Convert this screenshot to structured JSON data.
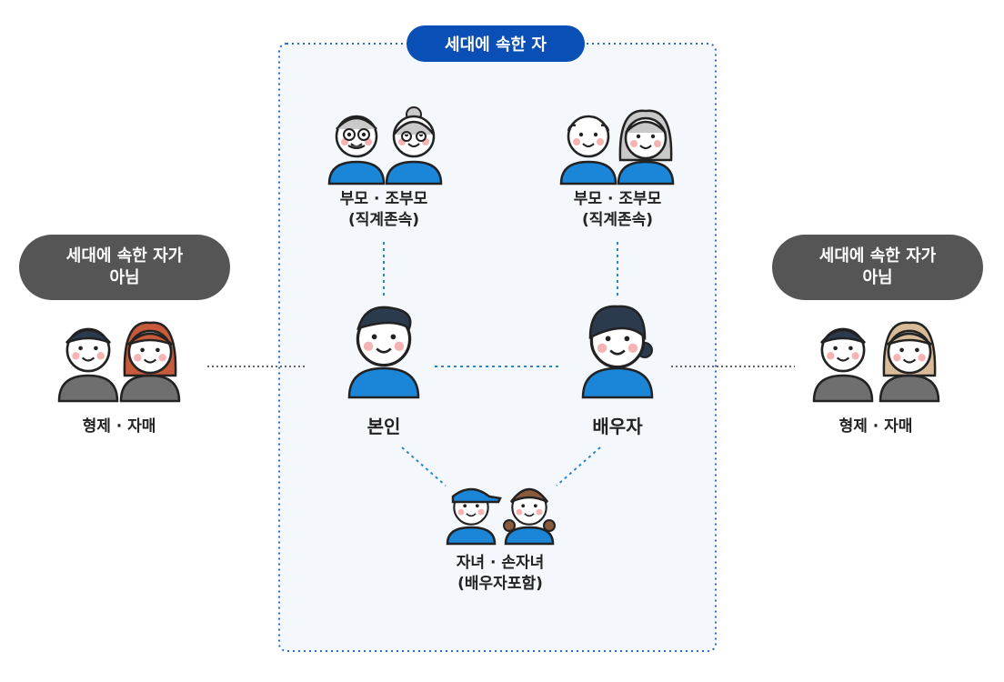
{
  "household_title": "세대에 속한 자",
  "not_household_left": {
    "line1": "세대에 속한 자가",
    "line2": "아님"
  },
  "not_household_right": {
    "line1": "세대에 속한 자가",
    "line2": "아님"
  },
  "parents_self": {
    "line1": "부모 · 조부모",
    "line2": "(직계존속)"
  },
  "parents_spouse": {
    "line1": "부모 · 조부모",
    "line2": "(직계존속)"
  },
  "self_label": "본인",
  "spouse_label": "배우자",
  "children": {
    "line1": "자녀 · 손자녀",
    "line2": "(배우자포함)"
  },
  "siblings_left": "형제 · 자매",
  "siblings_right": "형제 · 자매",
  "colors": {
    "navy": "#0a4fb5",
    "blue": "#1b86d8",
    "gray_pill": "#555555",
    "box_bg": "#f4f7fc",
    "dot_blue": "#2a86c6",
    "dot_gray": "#666666"
  }
}
